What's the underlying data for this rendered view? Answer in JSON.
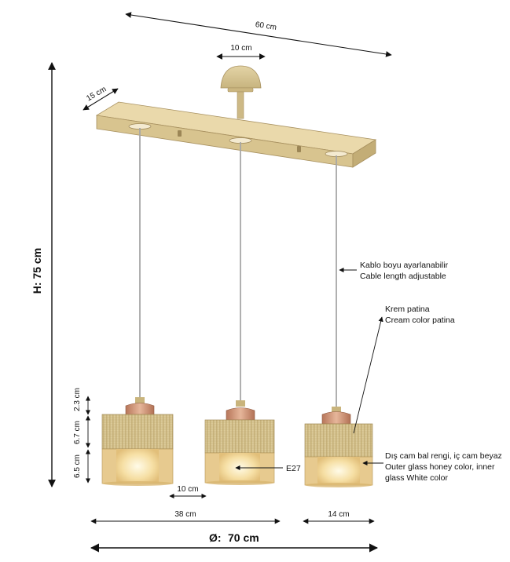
{
  "dimensions": {
    "overall_width": "60 cm",
    "canopy_width": "10 cm",
    "bar_depth": "15 cm",
    "height": "H: 75 cm",
    "cap_height": "2.3 cm",
    "metal_band_height": "6.7 cm",
    "glass_height": "6.5 cm",
    "inner_glass_width": "10 cm",
    "two_shade_span": "38 cm",
    "shade_diameter": "14 cm",
    "diameter_label": "Ø:",
    "diameter_value": "70 cm"
  },
  "annotations": {
    "cable_tr": "Kablo boyu ayarlanabilir",
    "cable_en": "Cable length adjustable",
    "patina_tr": "Krem patina",
    "patina_en": "Cream color patina",
    "bulb": "E27",
    "glass_tr": "Dış cam bal rengi, iç cam beyaz",
    "glass_en_1": "Outer glass honey color, inner",
    "glass_en_2": "glass White color"
  },
  "colors": {
    "brass": "#d6c28e",
    "brass_dark": "#b9a46d",
    "copper": "#c98a6a",
    "honey_glass": "#e8c98a",
    "glow": "#fff3c8",
    "cable": "#aaaaaa"
  }
}
